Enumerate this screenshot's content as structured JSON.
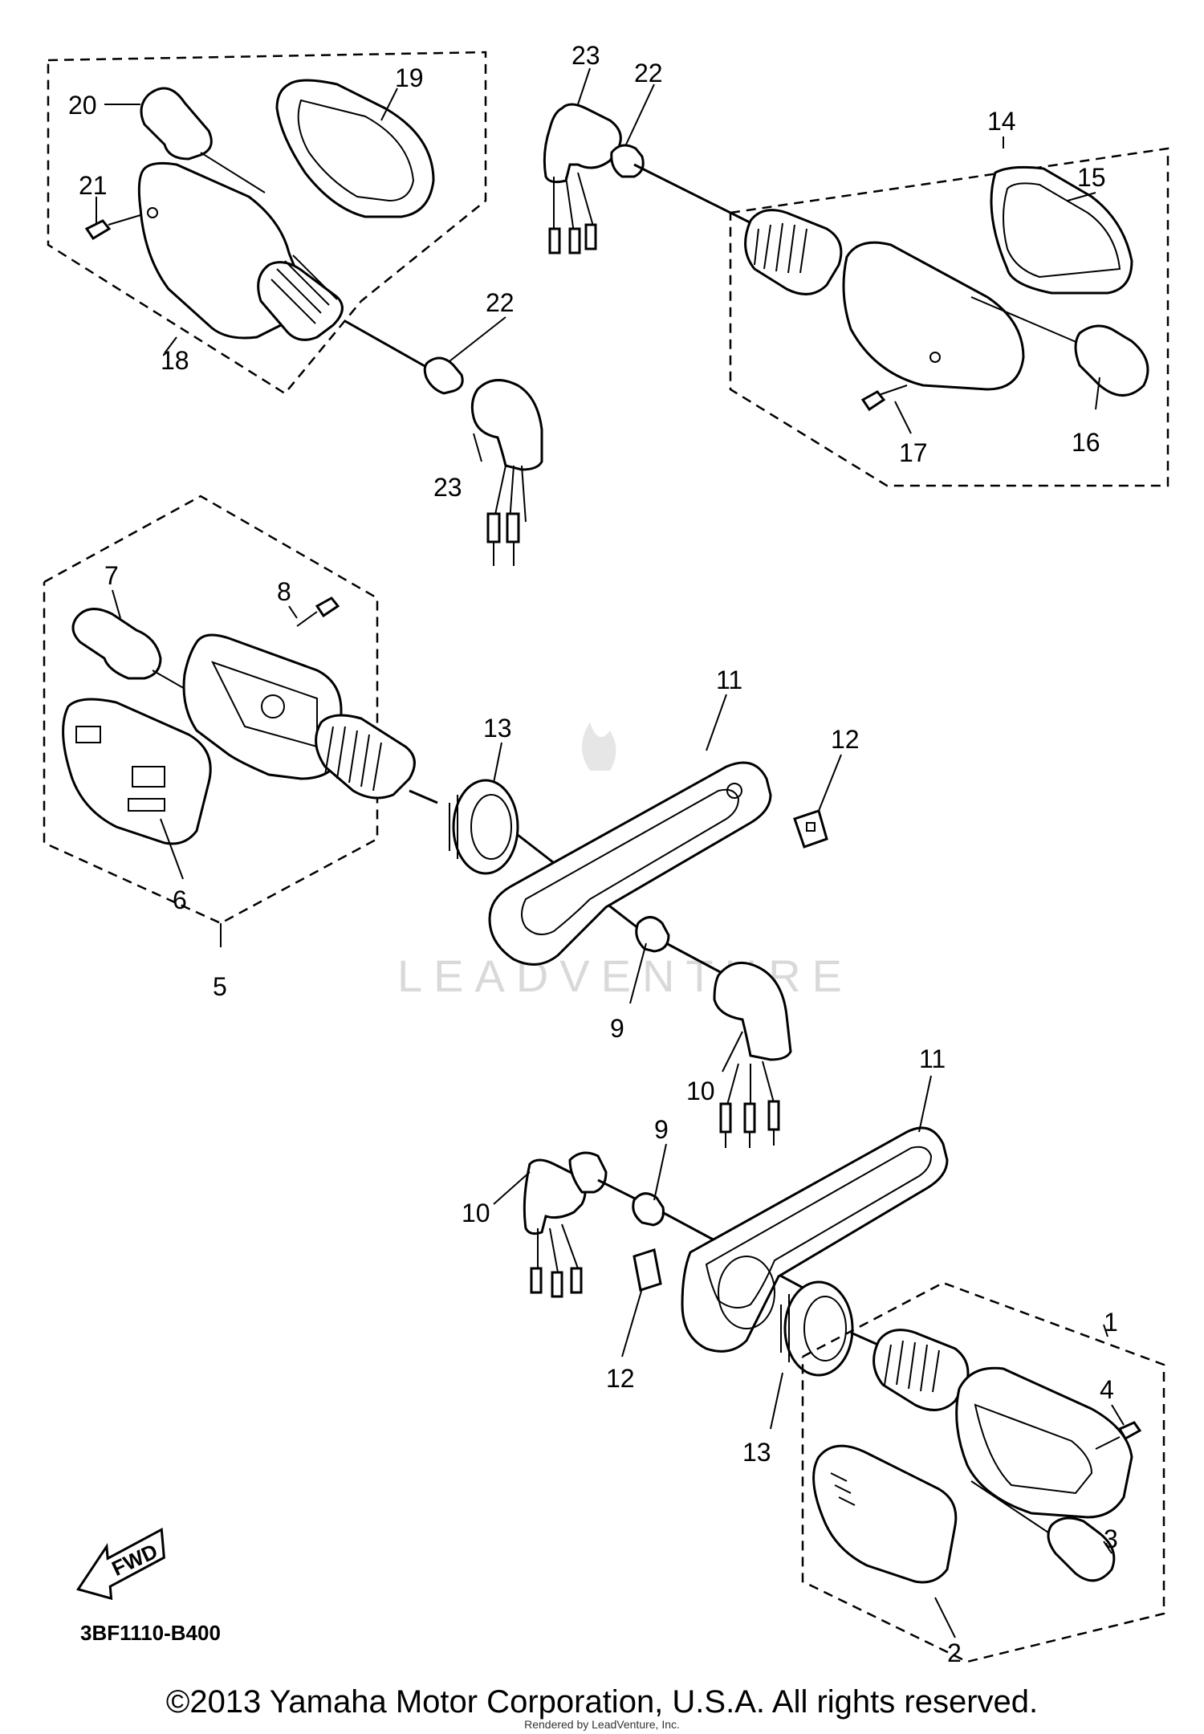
{
  "callouts": {
    "c1": "1",
    "c2": "2",
    "c3": "3",
    "c4": "4",
    "c5": "5",
    "c6": "6",
    "c7": "7",
    "c8": "8",
    "c9a": "9",
    "c9b": "9",
    "c10a": "10",
    "c10b": "10",
    "c11a": "11",
    "c11b": "11",
    "c12a": "12",
    "c12b": "12",
    "c13a": "13",
    "c13b": "13",
    "c14": "14",
    "c15": "15",
    "c16": "16",
    "c17": "17",
    "c18": "18",
    "c19": "19",
    "c20": "20",
    "c21": "21",
    "c22a": "22",
    "c22b": "22",
    "c23a": "23",
    "c23b": "23"
  },
  "fwd_label": "FWD",
  "diagram_code": "3BF1110-B400",
  "watermark": "LEADVENTURE",
  "copyright": "©2013 Yamaha Motor Corporation, U.S.A. All rights reserved.",
  "rendered_by": "Rendered by LeadVenture, Inc."
}
